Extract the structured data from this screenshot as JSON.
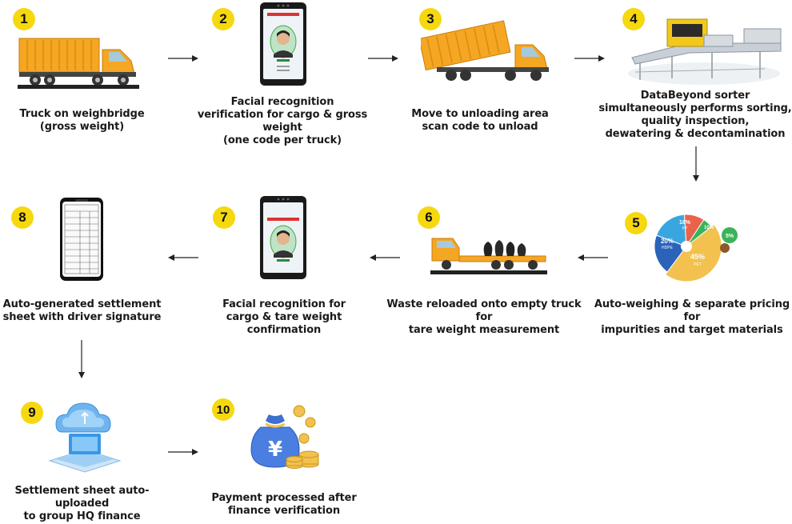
{
  "steps": [
    {
      "number": "1",
      "label": "Truck on weighbridge\n(gross weight)"
    },
    {
      "number": "2",
      "label": "Facial recognition\nverification for cargo & gross weight\n(one code per truck)"
    },
    {
      "number": "3",
      "label": "Move to unloading area\nscan code to unload"
    },
    {
      "number": "4",
      "label": "DataBeyond sorter\nsimultaneously performs sorting,\nquality inspection,\ndewatering & decontamination"
    },
    {
      "number": "5",
      "label": "Auto-weighing & separate pricing for\nimpurities and target materials"
    },
    {
      "number": "6",
      "label": "Waste reloaded onto empty truck for\ntare weight measurement"
    },
    {
      "number": "7",
      "label": "Facial recognition for\ncargo & tare weight confirmation"
    },
    {
      "number": "8",
      "label": "Auto-generated settlement\nsheet with driver signature"
    },
    {
      "number": "9",
      "label": "Settlement sheet auto-uploaded\nto group HQ finance"
    },
    {
      "number": "10",
      "label": "Payment processed after\nfinance verification"
    }
  ],
  "pie": {
    "slices": [
      {
        "label": "PET",
        "percent": "45%",
        "value": 45,
        "color": "#f2c14e"
      },
      {
        "label": "HDPE",
        "percent": "20%",
        "value": 20,
        "color": "#2a63b8"
      },
      {
        "label": "PP",
        "percent": "18%",
        "value": 18,
        "color": "#3aa6e0"
      },
      {
        "label": "",
        "percent": "10%",
        "value": 10,
        "color": "#e8634a"
      },
      {
        "label": "",
        "percent": "5%",
        "value": 5,
        "color": "#3bb35a"
      }
    ]
  },
  "payment_symbol": "¥",
  "colors": {
    "badge": "#f6d80f",
    "truck": "#f5a623",
    "arrow": "#222222"
  }
}
